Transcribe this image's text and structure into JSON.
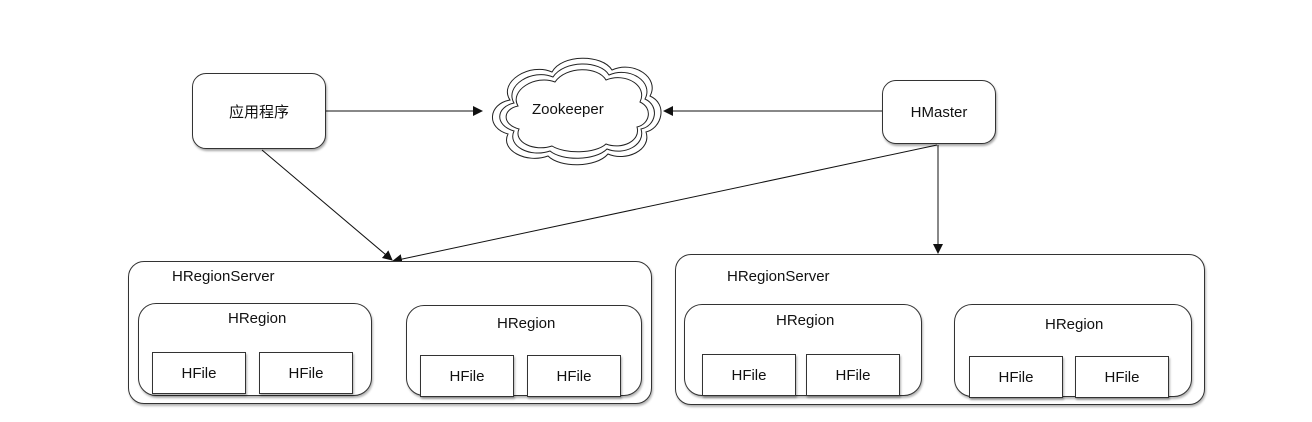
{
  "nodes": {
    "app": "应用程序",
    "zookeeper": "Zookeeper",
    "hmaster": "HMaster"
  },
  "servers": [
    {
      "label": "HRegionServer",
      "regions": [
        {
          "label": "HRegion",
          "files": [
            "HFile",
            "HFile"
          ]
        },
        {
          "label": "HRegion",
          "files": [
            "HFile",
            "HFile"
          ]
        }
      ]
    },
    {
      "label": "HRegionServer",
      "regions": [
        {
          "label": "HRegion",
          "files": [
            "HFile",
            "HFile"
          ]
        },
        {
          "label": "HRegion",
          "files": [
            "HFile",
            "HFile"
          ]
        }
      ]
    }
  ]
}
